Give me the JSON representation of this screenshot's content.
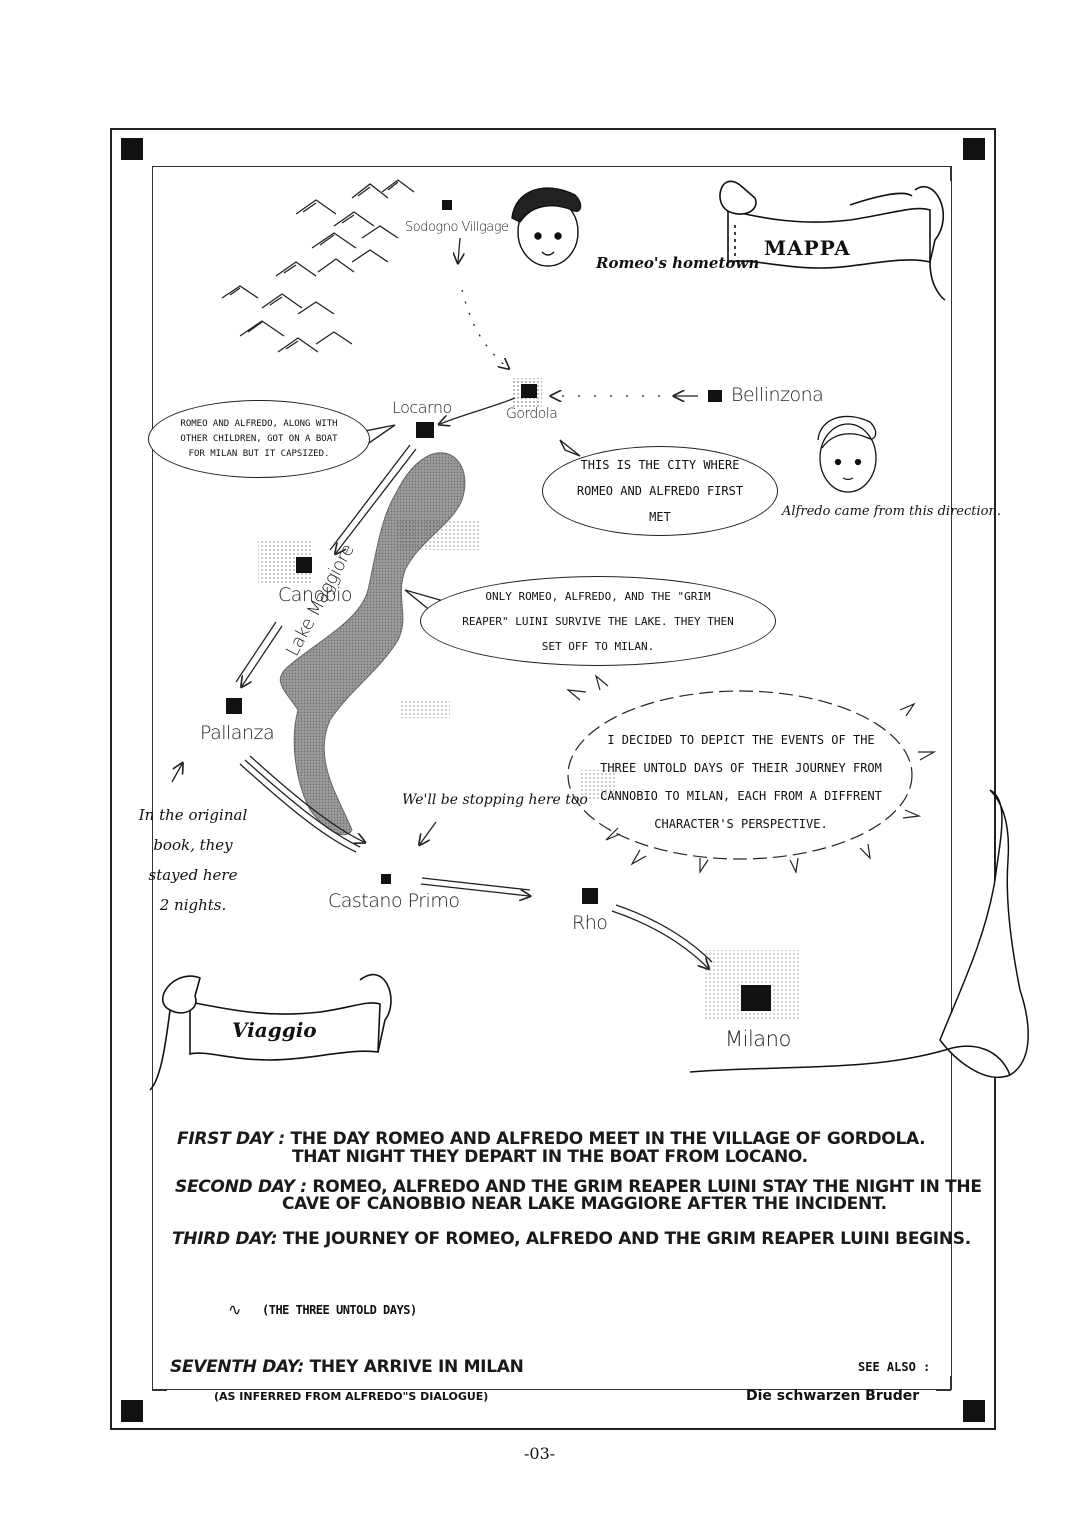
{
  "map": {
    "banner_title": "MAPPA",
    "banner_journey": "Viaggio",
    "places": [
      {
        "id": "sodogno",
        "label": "Sodogno Villgage"
      },
      {
        "id": "locarno",
        "label": "Locarno"
      },
      {
        "id": "gordola",
        "label": "Gordola"
      },
      {
        "id": "bellinzona",
        "label": "Bellinzona"
      },
      {
        "id": "cannobio",
        "label": "Canobio"
      },
      {
        "id": "pallanza",
        "label": "Pallanza"
      },
      {
        "id": "castano",
        "label": "Castano Primo"
      },
      {
        "id": "rho",
        "label": "Rho"
      },
      {
        "id": "milano",
        "label": "Milano"
      }
    ],
    "lake_label": "Lake Maggiore",
    "notes": {
      "romeo_hometown": "Romeo's hometown",
      "alfredo_direction": "Alfredo came from this direction.",
      "stopping_here": "We'll be stopping here too",
      "original_book": [
        "In the original",
        "book, they",
        "stayed here",
        "2 nights."
      ]
    },
    "bubbles": {
      "boat": "ROMEO AND ALFREDO, ALONG WITH OTHER CHILDREN, GOT ON A BOAT FOR MILAN BUT IT CAPSIZED.",
      "first_met": "THIS IS THE CITY WHERE ROMEO AND ALFREDO FIRST MET",
      "survive": "ONLY ROMEO, ALFREDO, AND THE \"GRIM REAPER\" LUINI SURVIVE THE LAKE. THEY THEN SET OFF TO MILAN.",
      "decided": "I DECIDED TO DEPICT THE EVENTS OF THE THREE UNTOLD DAYS OF THEIR JOURNEY FROM CANNOBIO TO MILAN, EACH FROM A DIFFRENT CHARACTER'S PERSPECTIVE."
    }
  },
  "days": {
    "first_label": "FIRST DAY :",
    "first_line1": "THE DAY ROMEO AND ALFREDO MEET IN THE VILLAGE OF GORDOLA.",
    "first_line2": "THAT NIGHT THEY DEPART IN THE BOAT FROM LOCANO.",
    "second_label": "SECOND DAY :",
    "second_line1": "ROMEO, ALFREDO AND THE GRIM REAPER LUINI  STAY THE NIGHT IN THE",
    "second_line2": "CAVE OF CANOBBIO NEAR LAKE MAGGIORE AFTER THE INCIDENT.",
    "third_label": "THIRD DAY:",
    "third_line": "THE JOURNEY OF ROMEO, ALFREDO AND THE GRIM REAPER LUINI BEGINS.",
    "tilde": "∿",
    "untold": "(THE THREE UNTOLD DAYS)",
    "seventh_label": "SEVENTH DAY:",
    "seventh_line": "THEY ARRIVE IN MILAN",
    "inferred": "(AS INFERRED FROM ALFREDO\"S DIALOGUE)",
    "see_also": "SEE ALSO :",
    "see_also_title": "Die schwarzen Bruder"
  },
  "page_number": "-03-"
}
